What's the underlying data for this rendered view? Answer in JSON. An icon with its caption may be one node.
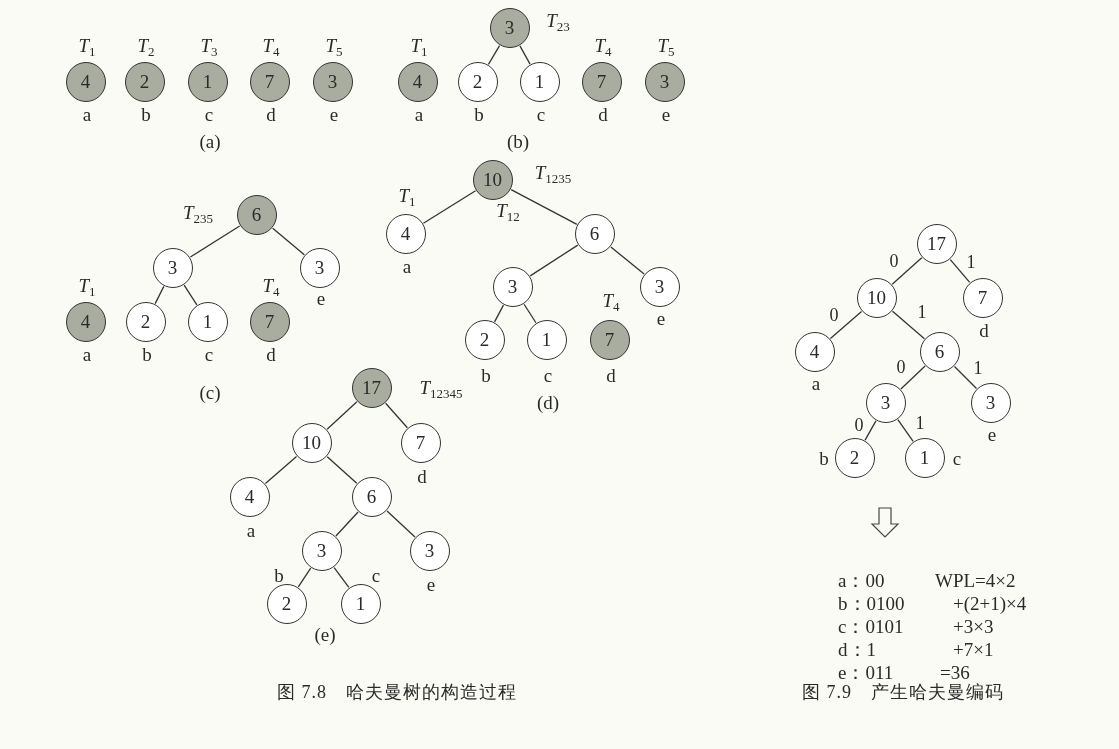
{
  "diagram": {
    "nodes": [
      {
        "text": [
          "4"
        ],
        "beside": [
          "*T*$_{1}$",
          "a"
        ]
      },
      {
        "text": [
          "2"
        ],
        "beside": [
          "*T*$_{2}$",
          "b"
        ]
      },
      {
        "text": [
          "1"
        ],
        "beside": [
          "*T*$_{3}$",
          "c"
        ]
      },
      {
        "text": [
          "7"
        ],
        "beside": [
          "*T*$_{4}$",
          "d"
        ]
      },
      {
        "text": [
          "3"
        ],
        "beside": [
          "*T*$_{5}$",
          "e"
        ]
      },
      {
        "text": [
          "3"
        ],
        "beside": [
          "*T*$_{23}$"
        ]
      },
      {
        "text": [
          "4"
        ],
        "beside": [
          "*T*$_{1}$",
          "a"
        ]
      },
      {
        "text": [
          "2"
        ],
        "beside": [
          "b"
        ]
      },
      {
        "text": [
          "1"
        ],
        "beside": [
          "c"
        ]
      },
      {
        "text": [
          "7"
        ],
        "beside": [
          "*T*$_{4}$",
          "d"
        ]
      },
      {
        "text": [
          "3"
        ],
        "beside": [
          "*T*$_{5}$",
          "e"
        ]
      },
      {
        "text": [
          "6"
        ],
        "beside": [
          "*T*$_{235}$"
        ]
      },
      {
        "text": [
          "3"
        ]
      },
      {
        "text": [
          "3"
        ],
        "beside": [
          "e"
        ]
      },
      {
        "text": [
          "4"
        ],
        "beside": [
          "*T*$_{1}$",
          "a"
        ]
      },
      {
        "text": [
          "2"
        ],
        "beside": [
          "b"
        ]
      },
      {
        "text": [
          "1"
        ],
        "beside": [
          "c"
        ]
      },
      {
        "text": [
          "7"
        ],
        "beside": [
          "*T*$_{4}$",
          "d"
        ]
      },
      {
        "text": [
          "10"
        ],
        "beside": [
          "*T*$_{1235}$",
          "*T*$_{12}$"
        ]
      },
      {
        "text": [
          "4"
        ],
        "beside": [
          "*T*$_{1}$",
          "a"
        ]
      },
      {
        "text": [
          "6"
        ]
      },
      {
        "text": [
          "3"
        ]
      },
      {
        "text": [
          "3"
        ],
        "beside": [
          "e"
        ]
      },
      {
        "text": [
          "2"
        ],
        "beside": [
          "b"
        ]
      },
      {
        "text": [
          "1"
        ],
        "beside": [
          "c"
        ]
      },
      {
        "text": [
          "7"
        ],
        "beside": [
          "*T*$_{4}$",
          "d"
        ]
      },
      {
        "text": [
          "17"
        ],
        "beside": [
          "*T*$_{12345}$"
        ]
      },
      {
        "text": [
          "10"
        ]
      },
      {
        "text": [
          "7"
        ],
        "beside": [
          "d"
        ]
      },
      {
        "text": [
          "4"
        ],
        "beside": [
          "a"
        ]
      },
      {
        "text": [
          "6"
        ]
      },
      {
        "text": [
          "3"
        ]
      },
      {
        "text": [
          "3"
        ],
        "beside": [
          "e"
        ]
      },
      {
        "text": [
          "2"
        ],
        "beside": [
          "b"
        ]
      },
      {
        "text": [
          "1"
        ],
        "beside": [
          "c"
        ]
      },
      {
        "text": [
          "17"
        ]
      },
      {
        "text": [
          "10"
        ]
      },
      {
        "text": [
          "7"
        ],
        "beside": [
          "d"
        ]
      },
      {
        "text": [
          "4"
        ],
        "beside": [
          "a"
        ]
      },
      {
        "text": [
          "6"
        ]
      },
      {
        "text": [
          "3"
        ]
      },
      {
        "text": [
          "3"
        ],
        "beside": [
          "e"
        ]
      },
      {
        "text": [
          "2"
        ],
        "beside": [
          "b"
        ]
      },
      {
        "text": [
          "1"
        ],
        "beside": [
          "c"
        ]
      }
    ],
    "edges": [
      {
        "from": 5,
        "to": 7,
        "arrow": "none"
      },
      {
        "from": 5,
        "to": 8,
        "arrow": "none"
      },
      {
        "from": 11,
        "to": 12,
        "arrow": "none"
      },
      {
        "from": 11,
        "to": 13,
        "arrow": "none"
      },
      {
        "from": 12,
        "to": 15,
        "arrow": "none"
      },
      {
        "from": 12,
        "to": 16,
        "arrow": "none"
      },
      {
        "from": 18,
        "to": 19,
        "arrow": "none"
      },
      {
        "from": 18,
        "to": 20,
        "arrow": "none"
      },
      {
        "from": 20,
        "to": 21,
        "arrow": "none"
      },
      {
        "from": 20,
        "to": 22,
        "arrow": "none"
      },
      {
        "from": 21,
        "to": 23,
        "arrow": "none"
      },
      {
        "from": 21,
        "to": 24,
        "arrow": "none"
      },
      {
        "from": 26,
        "to": 27,
        "arrow": "none"
      },
      {
        "from": 26,
        "to": 28,
        "arrow": "none"
      },
      {
        "from": 27,
        "to": 29,
        "arrow": "none"
      },
      {
        "from": 27,
        "to": 30,
        "arrow": "none"
      },
      {
        "from": 30,
        "to": 31,
        "arrow": "none"
      },
      {
        "from": 30,
        "to": 32,
        "arrow": "none"
      },
      {
        "from": 31,
        "to": 33,
        "arrow": "none"
      },
      {
        "from": 31,
        "to": 34,
        "arrow": "none"
      },
      {
        "from": 35,
        "to": 36,
        "arrow": "none",
        "label": "0"
      },
      {
        "from": 35,
        "to": 37,
        "arrow": "none",
        "label": "1"
      },
      {
        "from": 36,
        "to": 38,
        "arrow": "none",
        "label": "0"
      },
      {
        "from": 36,
        "to": 39,
        "arrow": "none",
        "label": "1"
      },
      {
        "from": 39,
        "to": 40,
        "arrow": "none",
        "label": "0"
      },
      {
        "from": 39,
        "to": 41,
        "arrow": "none",
        "label": "1"
      },
      {
        "from": 40,
        "to": 42,
        "arrow": "none",
        "label": "0"
      },
      {
        "from": 40,
        "to": 43,
        "arrow": "none",
        "label": "1"
      }
    ],
    "labels": [
      "(a)",
      "(b)",
      "(c)",
      "(d)",
      "(e)",
      "a：00",
      "WPL=4×2",
      "b：0100",
      "+(2+1)×4",
      "c：0101",
      "+3×3",
      "d：1",
      "+7×1",
      "e：011",
      "=36",
      "图 7.8　哈夫曼树的构造过程",
      "图 7.9　产生哈夫曼编码"
    ]
  }
}
